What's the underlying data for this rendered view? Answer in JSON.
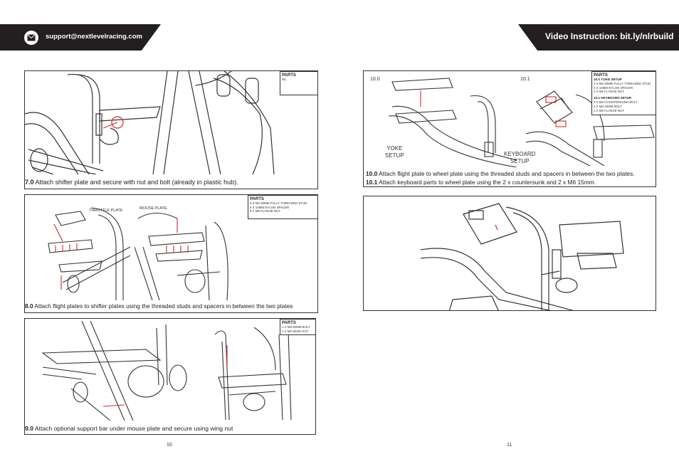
{
  "header": {
    "email": "support@nextlevelracing.com",
    "video_instruction": "Video Instruction: bit.ly/nlrbuild"
  },
  "icons": {
    "email": "envelope-icon"
  },
  "steps": [
    {
      "id": "7.0",
      "number": "7.0",
      "text": " Attach shifter plate and secure with nut and bolt (already in plastic hub).",
      "parts_title": "PARTS",
      "parts": [
        "NIL"
      ]
    },
    {
      "id": "8.0",
      "number": "8.0",
      "text": " Attach flight plates to shifter plates using the threaded studs and spacers in between the two plates",
      "parts_title": "PARTS",
      "parts": [
        "8 X M6 30MM FULLY THREADED STUD",
        "8 X 10MM NYLON SPACER",
        "8 X M6 FLANGE NUT"
      ],
      "labels": [
        "THROTTLE PLATE",
        "MOUSE PLATE"
      ]
    },
    {
      "id": "9.0",
      "number": "9.0",
      "text": " Attach optional support bar under mouse plate and secure using wing nut",
      "parts_title": "PARTS",
      "parts": [
        "1 X M6 60MM BOLT",
        "1 X M6 WING NUT"
      ]
    },
    {
      "id": "10.0",
      "number": "10.0",
      "text": " Attach flight plate to wheel plate using the threaded studs and spacers in between the two plates.",
      "sub_label": "10.0",
      "setup_label_line1": "YOKE",
      "setup_label_line2": "SETUP"
    },
    {
      "id": "10.1",
      "number": "10.1",
      "text": " Attach keyboard parts to wheel plate using the 2 x countersunk and 2 x M6 15mm.",
      "sub_label": "10.1",
      "setup_label_line1": "KEYBOARD",
      "setup_label_line2": "SETUP"
    }
  ],
  "parts_10": {
    "title": "PARTS",
    "yoke_heading": "10.0 YOKE SETUP",
    "yoke_parts": [
      "4 X M6 30MM FULLY THREADED STUD",
      "4 X 10MM NYLON SPACER",
      "4 X M6 FLANGE NUT"
    ],
    "keyboard_heading": "10.1 KEYBOARD SETUP",
    "keyboard_parts": [
      "2 X M6 COUNTERSUNK BOLT",
      "2 X M6 15MM BOLT",
      "4 X M6 FLANGE NUT"
    ]
  },
  "page_numbers": {
    "left": "10",
    "right": "11"
  },
  "colors": {
    "banner": "#231f20",
    "arrow": "#d7262c",
    "line": "#333333"
  }
}
